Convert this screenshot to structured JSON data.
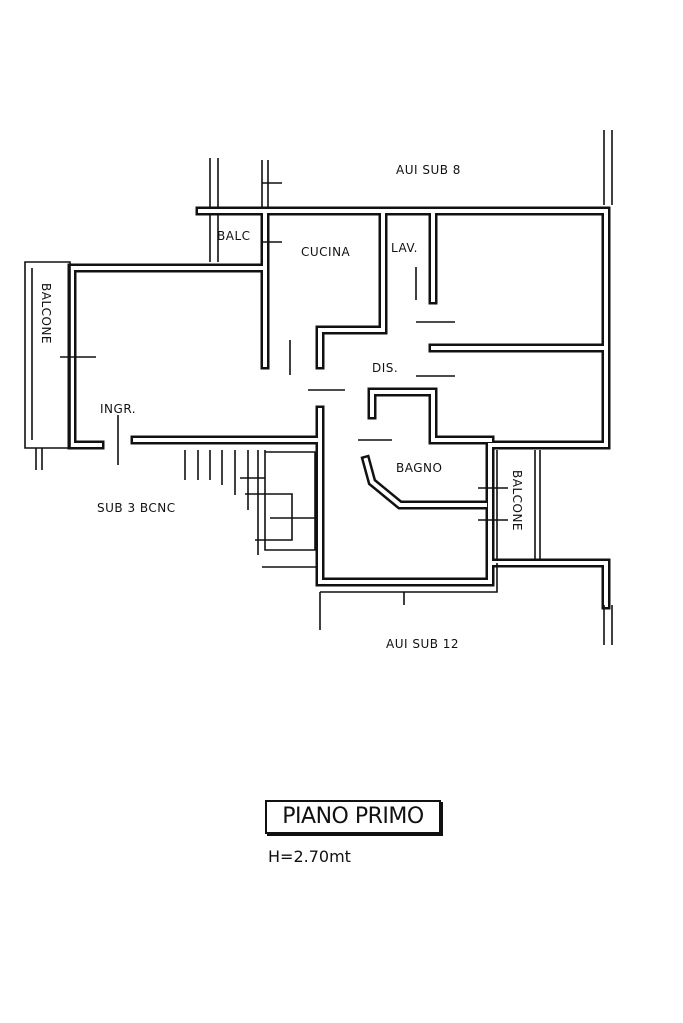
{
  "plan": {
    "labels": {
      "aui_sub_8": "AUI SUB 8",
      "balc": "BALC",
      "cucina": "CUCINA",
      "lav": "LAV.",
      "balcone_left": "BALCONE",
      "dis": "DIS.",
      "ingr": "INGR.",
      "bagno": "BAGNO",
      "balcone_right": "BALCONE",
      "sub_3_bcnc": "SUB 3 BCNC",
      "aui_sub_12": "AUI SUB 12"
    }
  },
  "title": "PIANO PRIMO",
  "height_note": "H=2.70mt"
}
